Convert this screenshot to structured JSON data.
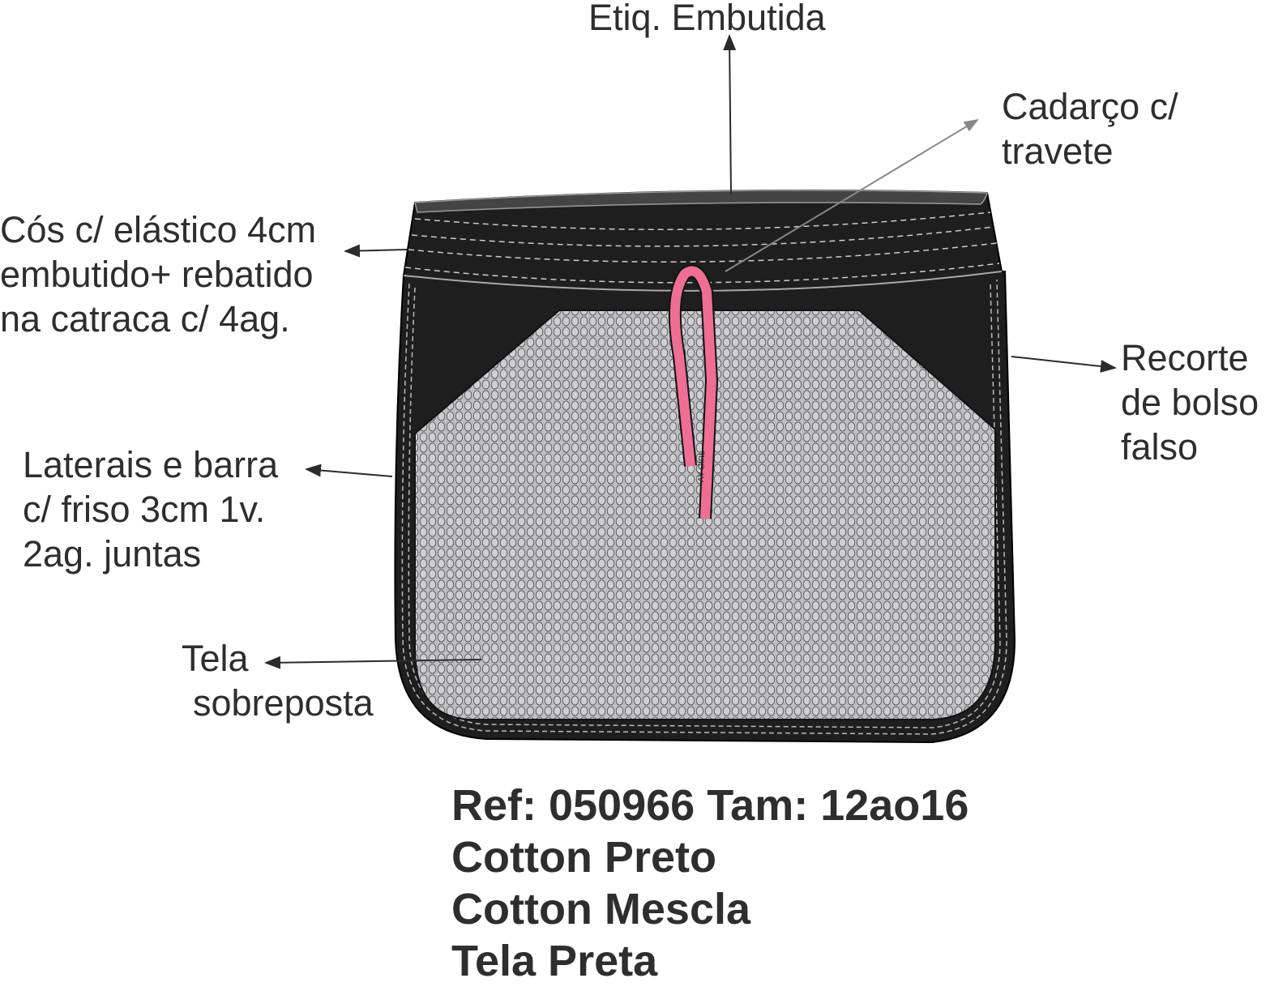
{
  "labels": {
    "etiqueta": "Etiq. Embutida",
    "cadarco": [
      "Cadarço c/",
      "travete"
    ],
    "cos": [
      "Cós c/ elástico 4cm",
      "embutido+ rebatido",
      "na catraca c/ 4ag."
    ],
    "recorte": [
      "Recorte",
      "de bolso",
      "falso"
    ],
    "laterais": [
      "Laterais e barra",
      "c/ friso 3cm 1v.",
      "2ag. juntas"
    ],
    "tela": [
      "Tela",
      "sobreposta"
    ]
  },
  "spec": {
    "ref_line": "Ref: 050966 Tam: 12ao16",
    "materials": [
      "Cotton Preto",
      "Cotton Mescla",
      "Tela Preta"
    ]
  },
  "drawstring_print": "AY GIRL",
  "colors": {
    "black_fabric": "#1e1e1e",
    "mescla": "#b9b9bd",
    "drawstring": "#ee6f93",
    "text": "#2e2e2e"
  }
}
